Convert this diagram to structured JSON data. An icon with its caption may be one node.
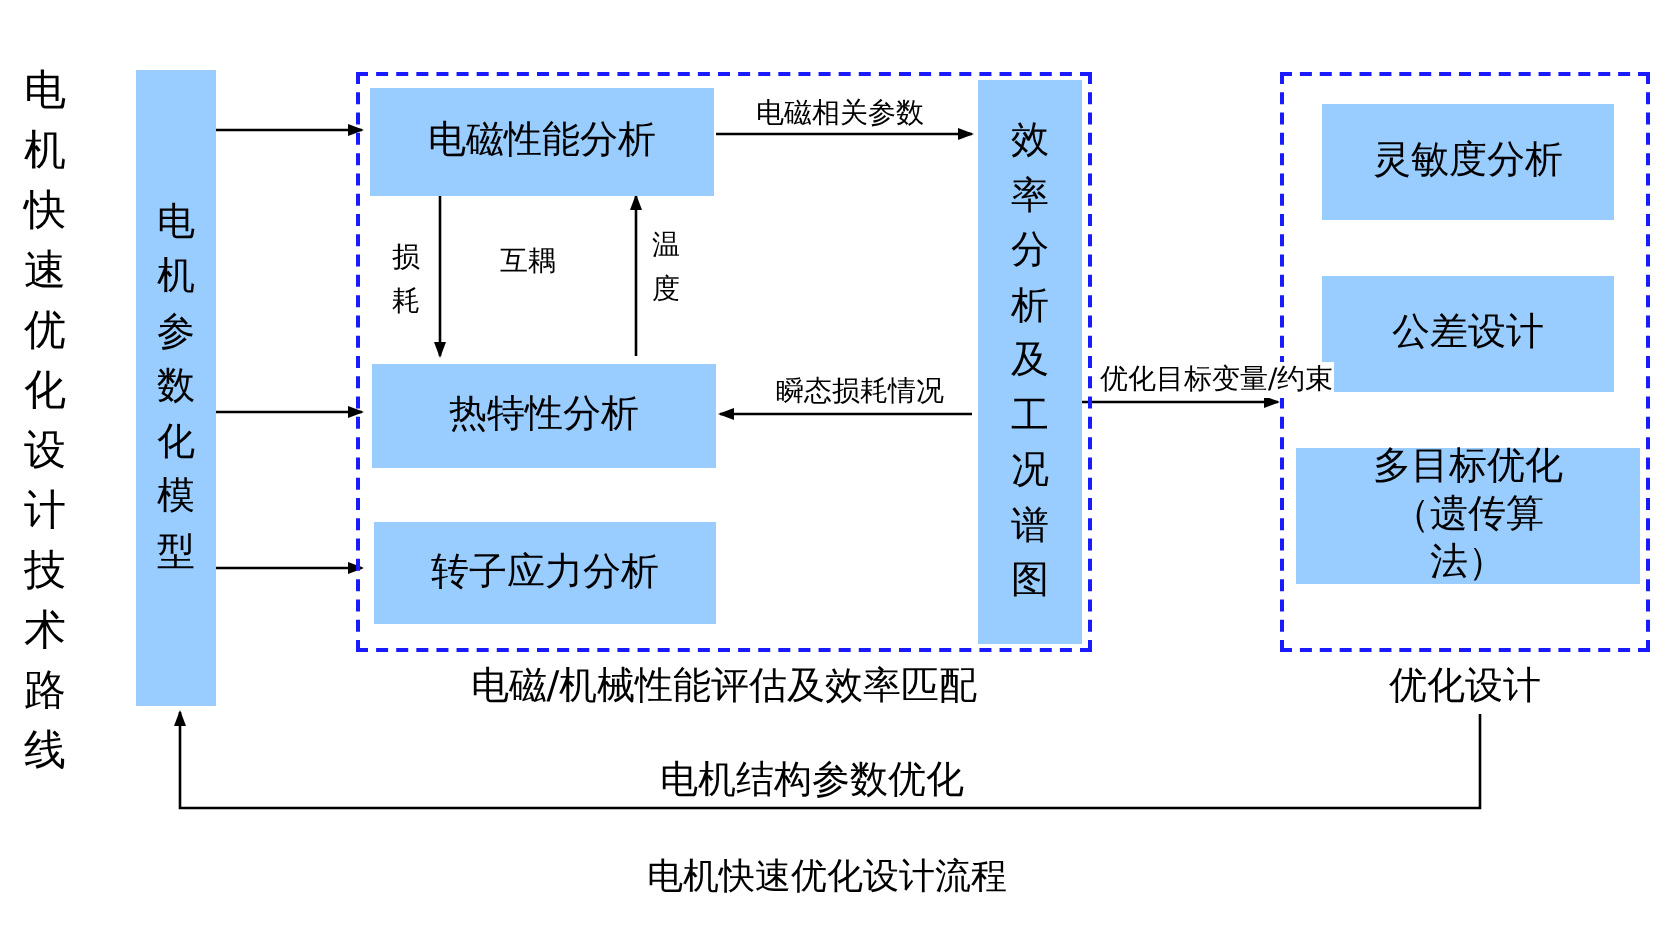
{
  "diagram": {
    "title": "电机快速优化设计技术路线",
    "caption": "电机快速优化设计流程",
    "nodes": [
      {
        "text": [
          "电机参数化模型"
        ]
      },
      {
        "text": [
          "电磁/机械性能评估及效率匹配"
        ]
      },
      {
        "text": [
          "电磁性能分析"
        ],
        "in": 1
      },
      {
        "text": [
          "热特性分析"
        ],
        "in": 1
      },
      {
        "text": [
          "转子应力分析"
        ],
        "in": 1
      },
      {
        "text": [
          "效率分析及工况谱图"
        ],
        "in": 1
      },
      {
        "text": [
          "优化设计"
        ]
      },
      {
        "text": [
          "灵敏度分析"
        ],
        "in": 6
      },
      {
        "text": [
          "公差设计"
        ],
        "in": 6
      },
      {
        "text": [
          "多目标优化（遗传算法）"
        ],
        "in": 6
      }
    ],
    "edges": [
      {
        "from": 0,
        "to": 2,
        "arrow": "to"
      },
      {
        "from": 0,
        "to": 3,
        "arrow": "to"
      },
      {
        "from": 0,
        "to": 4,
        "arrow": "to"
      },
      {
        "from": 2,
        "to": 3,
        "arrow": "to",
        "label": "损耗"
      },
      {
        "from": 3,
        "to": 2,
        "arrow": "to",
        "label": "温度"
      },
      {
        "from": 2,
        "to": 5,
        "arrow": "to",
        "label": "电磁相关参数"
      },
      {
        "from": 5,
        "to": 3,
        "arrow": "to",
        "label": "瞬态损耗情况"
      },
      {
        "from": 5,
        "to": 6,
        "arrow": "to",
        "label": "优化目标变量/约束"
      },
      {
        "from": 6,
        "to": 0,
        "arrow": "to",
        "label": "电机结构参数优化"
      }
    ],
    "labels": [
      "互耦"
    ]
  }
}
